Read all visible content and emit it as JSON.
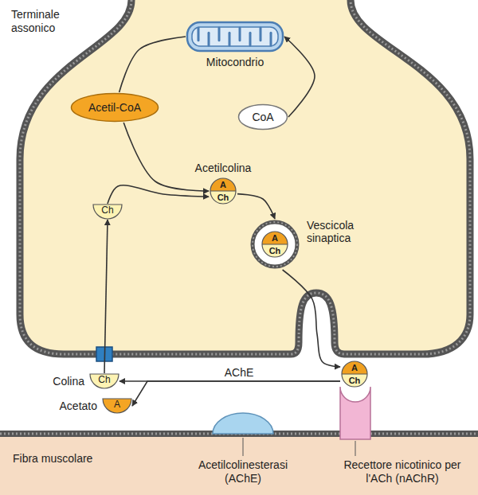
{
  "diagram": {
    "nodes": [
      {
        "text": [
          "Mitocondrio"
        ]
      },
      {
        "text": [
          "Acetil-CoA"
        ]
      },
      {
        "text": [
          "CoA"
        ]
      },
      {
        "text": [
          "Acetilcolina",
          "A",
          "Ch"
        ]
      },
      {
        "text": [
          "Ch"
        ]
      },
      {
        "text": [
          "Vescicola sinaptica"
        ]
      },
      {
        "text": [
          "A",
          "Ch"
        ],
        "in": 5
      },
      {
        "text": [
          "A",
          "Ch"
        ]
      },
      {
        "text": [
          "Colina",
          "Ch"
        ]
      },
      {
        "text": [
          "Acetato",
          "A"
        ]
      }
    ],
    "edges": [
      {
        "from": 0,
        "to": 1,
        "arrow": "none"
      },
      {
        "from": 2,
        "to": 0,
        "arrow": "to"
      },
      {
        "from": 1,
        "to": 3,
        "arrow": "to"
      },
      {
        "from": 4,
        "to": 3,
        "arrow": "to"
      },
      {
        "from": 3,
        "to": 5,
        "arrow": "to"
      },
      {
        "from": 5,
        "to": 7,
        "arrow": "to"
      },
      {
        "from": 7,
        "to": 8,
        "label": "AChE",
        "arrow": "to"
      },
      {
        "from": 7,
        "to": 9,
        "arrow": "to"
      },
      {
        "from": 8,
        "to": 4,
        "arrow": "to"
      }
    ],
    "labels": [
      "Terminale assonico",
      "Fibra muscolare",
      "Acetilcolinesterasi (AChE)",
      "Recettore nicotinico per l'ACh (nAChR)"
    ]
  }
}
